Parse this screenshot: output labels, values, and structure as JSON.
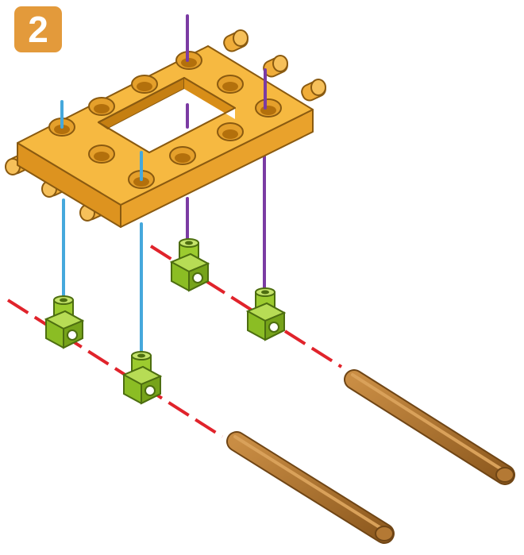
{
  "step": {
    "number": "2",
    "badge_color": "#e39a3b"
  },
  "colors": {
    "frame": "#f3b43f",
    "frame_dark": "#d98f1f",
    "frame_light": "#fbd16e",
    "connector": "#9ccb2f",
    "connector_dark": "#6e9a1a",
    "rod_front": "#45a8dc",
    "rod_back": "#7b3ba3",
    "axle": "#e0232b",
    "dowel": "#a8702c",
    "dowel_light": "#c98d44"
  },
  "parts": [
    {
      "name": "rectangular-frame",
      "count": 1
    },
    {
      "name": "short-rod-blue",
      "count": 2
    },
    {
      "name": "long-rod-purple",
      "count": 2
    },
    {
      "name": "elbow-connector",
      "count": 4
    },
    {
      "name": "wooden-dowel",
      "count": 2
    }
  ]
}
